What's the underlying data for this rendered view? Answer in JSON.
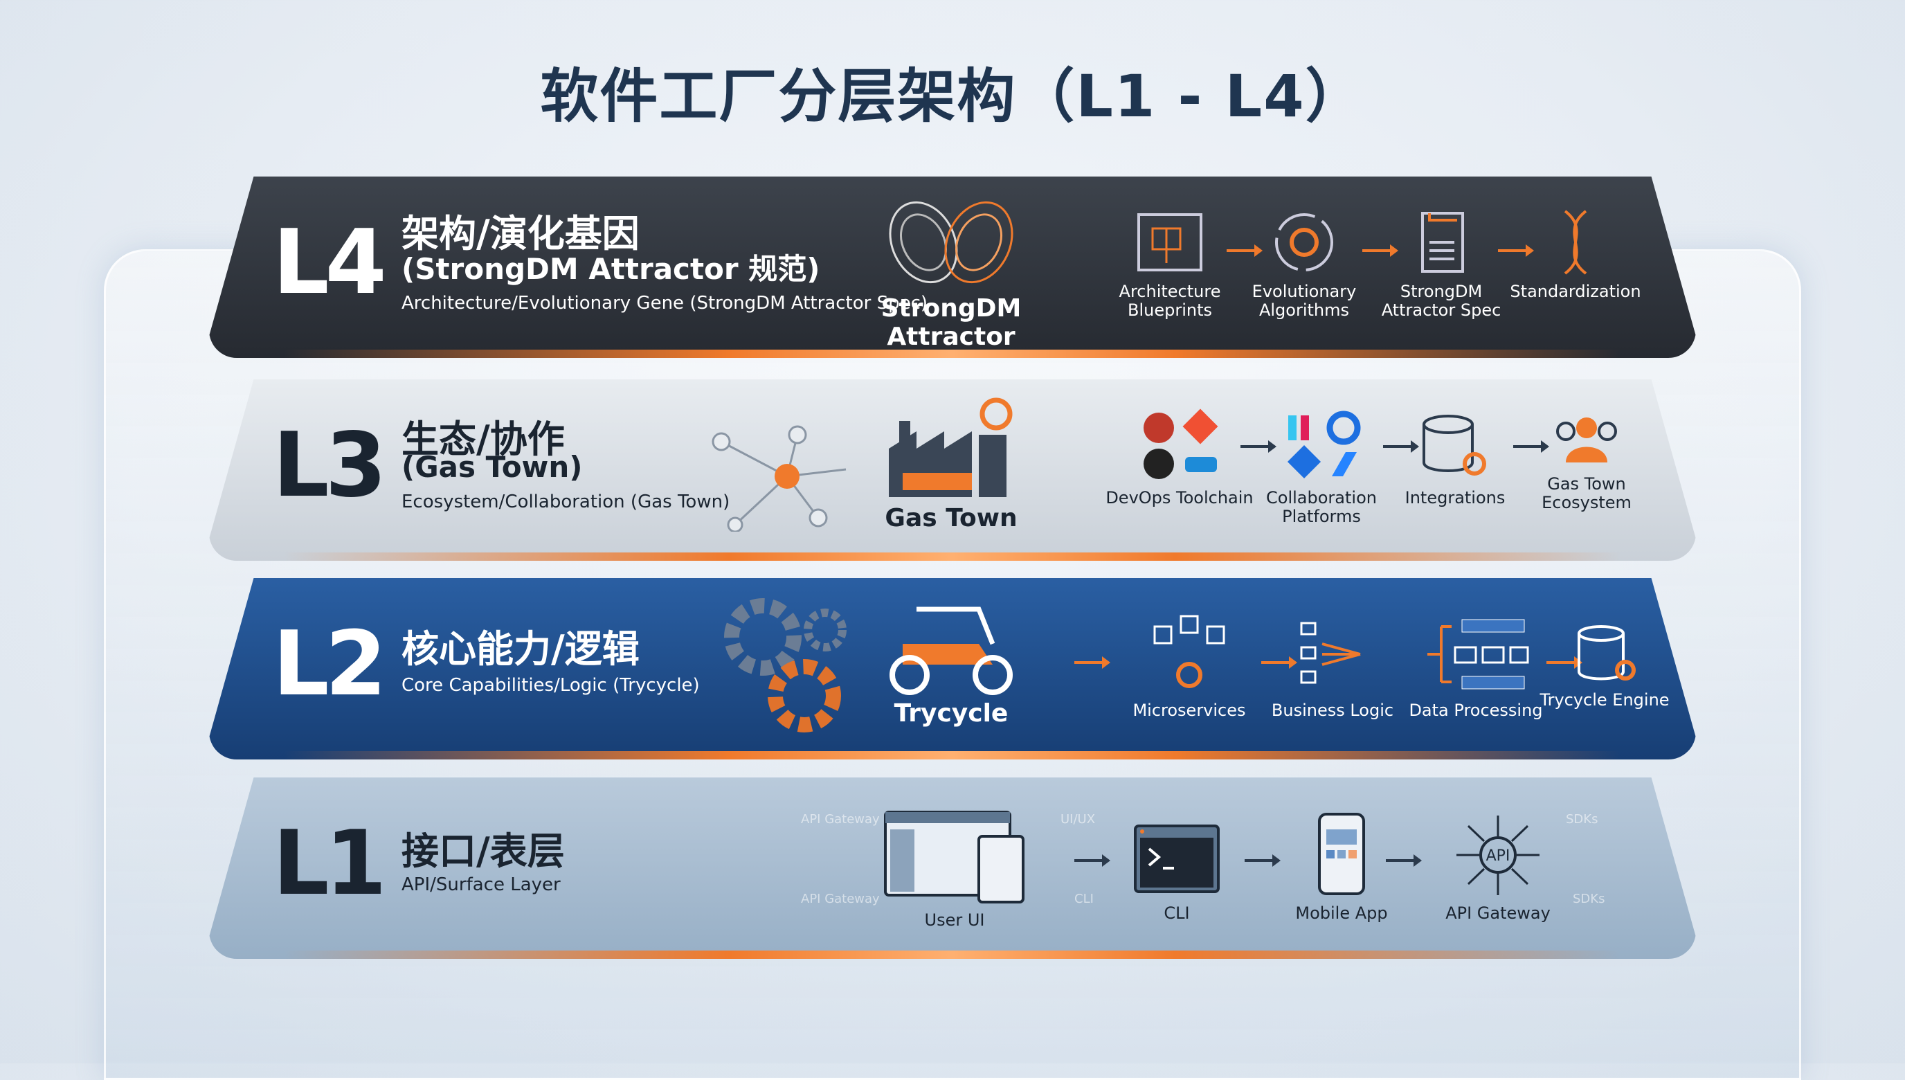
{
  "title": "软件工厂分层架构（L1 - L4）",
  "colors": {
    "accent": "#f07a2c",
    "l4": "#2f343c",
    "l3": "#d8dde3",
    "l2": "#1e4f8f",
    "l1": "#a9bfd3"
  },
  "layers": [
    {
      "level": "L4",
      "zh": "架构/演化基因",
      "zh2": "(StrongDM Attractor 规范)",
      "en": "Architecture/Evolutionary Gene (StrongDM Attractor Spec)",
      "hero": {
        "label": "StrongDM Attractor",
        "icon": "lorenz-attractor-icon"
      },
      "items": [
        {
          "label": "Architecture Blueprints",
          "icon": "blueprint-icon"
        },
        {
          "label": "Evolutionary Algorithms",
          "icon": "gear-cycle-icon"
        },
        {
          "label": "StrongDM Attractor Spec",
          "icon": "document-icon"
        },
        {
          "label": "Standardization",
          "icon": "dna-icon"
        }
      ]
    },
    {
      "level": "L3",
      "zh": "生态/协作",
      "zh2": "(Gas Town)",
      "en": "Ecosystem/Collaboration (Gas Town)",
      "hero": {
        "label": "Gas Town",
        "icon": "factory-icon"
      },
      "items": [
        {
          "label": "DevOps Toolchain",
          "icon": "devops-tools-icon"
        },
        {
          "label": "Collaboration Platforms",
          "icon": "collaboration-apps-icon"
        },
        {
          "label": "Integrations",
          "icon": "database-gear-icon"
        },
        {
          "label": "Gas Town Ecosystem",
          "icon": "people-group-icon"
        }
      ]
    },
    {
      "level": "L2",
      "zh": "核心能力/逻辑",
      "en": "Core Capabilities/Logic (Trycycle)",
      "hero": {
        "label": "Trycycle",
        "icon": "tricycle-icon"
      },
      "items": [
        {
          "label": "Microservices",
          "icon": "cubes-icon"
        },
        {
          "label": "Business Logic",
          "icon": "flow-icon"
        },
        {
          "label": "Data Processing",
          "icon": "pipeline-icon"
        },
        {
          "label": "Trycycle Engine",
          "icon": "database-gear-icon"
        }
      ]
    },
    {
      "level": "L1",
      "zh": "接口/表层",
      "en": "API/Surface Layer",
      "items": [
        {
          "label": "User UI",
          "icon": "browser-window-icon"
        },
        {
          "label": "CLI",
          "icon": "terminal-icon"
        },
        {
          "label": "Mobile App",
          "icon": "mobile-phone-icon"
        },
        {
          "label": "API Gateway",
          "icon": "api-hub-icon"
        }
      ],
      "watermarks": [
        "API Gateway",
        "UI/UX",
        "SDKs",
        "API Gateway",
        "CLI",
        "SDKs"
      ]
    }
  ]
}
